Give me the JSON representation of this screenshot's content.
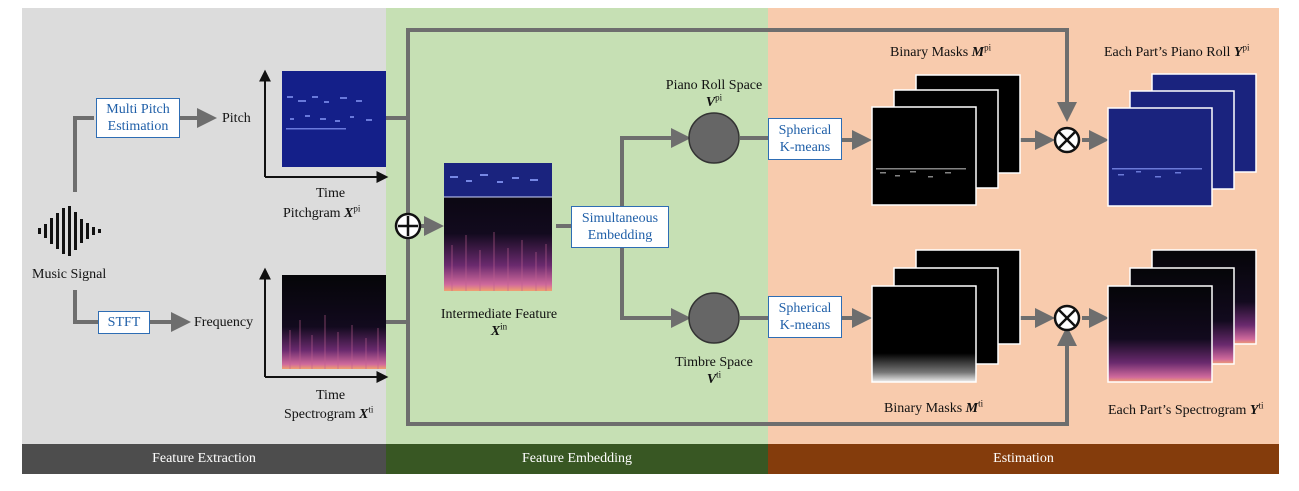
{
  "sections": [
    {
      "id": "extraction",
      "label": "Feature Extraction",
      "bg": "#dcdcdc",
      "band": "#4d4d4d"
    },
    {
      "id": "embedding",
      "label": "Feature Embedding",
      "bg": "#c6e0b4",
      "band": "#385723"
    },
    {
      "id": "estimation",
      "label": "Estimation",
      "bg": "#f8cbad",
      "band": "#843c0c"
    }
  ],
  "extraction": {
    "multi_pitch_line1": "Multi Pitch",
    "multi_pitch_line2": "Estimation",
    "stft": "STFT",
    "music_signal": "Music Signal",
    "pitch": "Pitch",
    "frequency": "Frequency",
    "time_top": "Time",
    "time_bottom": "Time",
    "pitchgram": "Pitchgram",
    "pitchgram_sym": "X",
    "pitchgram_sup": "pi",
    "spectrogram": "Spectrogram",
    "spectrogram_sym": "X",
    "spectrogram_sup": "ti"
  },
  "embedding": {
    "intermediate": "Intermediate Feature",
    "intermediate_sym": "X",
    "intermediate_sup": "in",
    "simul_line1": "Simultaneous",
    "simul_line2": "Embedding",
    "piano_space": "Piano Roll Space",
    "piano_sym": "V",
    "piano_sup": "pi",
    "timbre_space": "Timbre Space",
    "timbre_sym": "V",
    "timbre_sup": "ti"
  },
  "estimation": {
    "kmeans_top_line1": "Spherical",
    "kmeans_top_line2": "K-means",
    "kmeans_bot_line1": "Spherical",
    "kmeans_bot_line2": "K-means",
    "masks_top": "Binary Masks",
    "masks_top_sym": "M",
    "masks_top_sup": "pi",
    "masks_bot": "Binary Masks",
    "masks_bot_sym": "M",
    "masks_bot_sup": "ti",
    "piano_roll_out": "Each Part’s Piano Roll",
    "piano_roll_sym": "Y",
    "piano_roll_sup": "pi",
    "spec_out": "Each Part’s Spectrogram",
    "spec_sym": "Y",
    "spec_sup": "ti"
  },
  "colors": {
    "arrow": "#6e6e6e",
    "node": "#666666",
    "pitchgram": "#1a237e",
    "spectrogram_dark": "#0b0b12",
    "spectrogram_hot": "#c85a9a"
  },
  "icons": [
    "waveform-icon",
    "sum-icon",
    "multiply-icon"
  ]
}
